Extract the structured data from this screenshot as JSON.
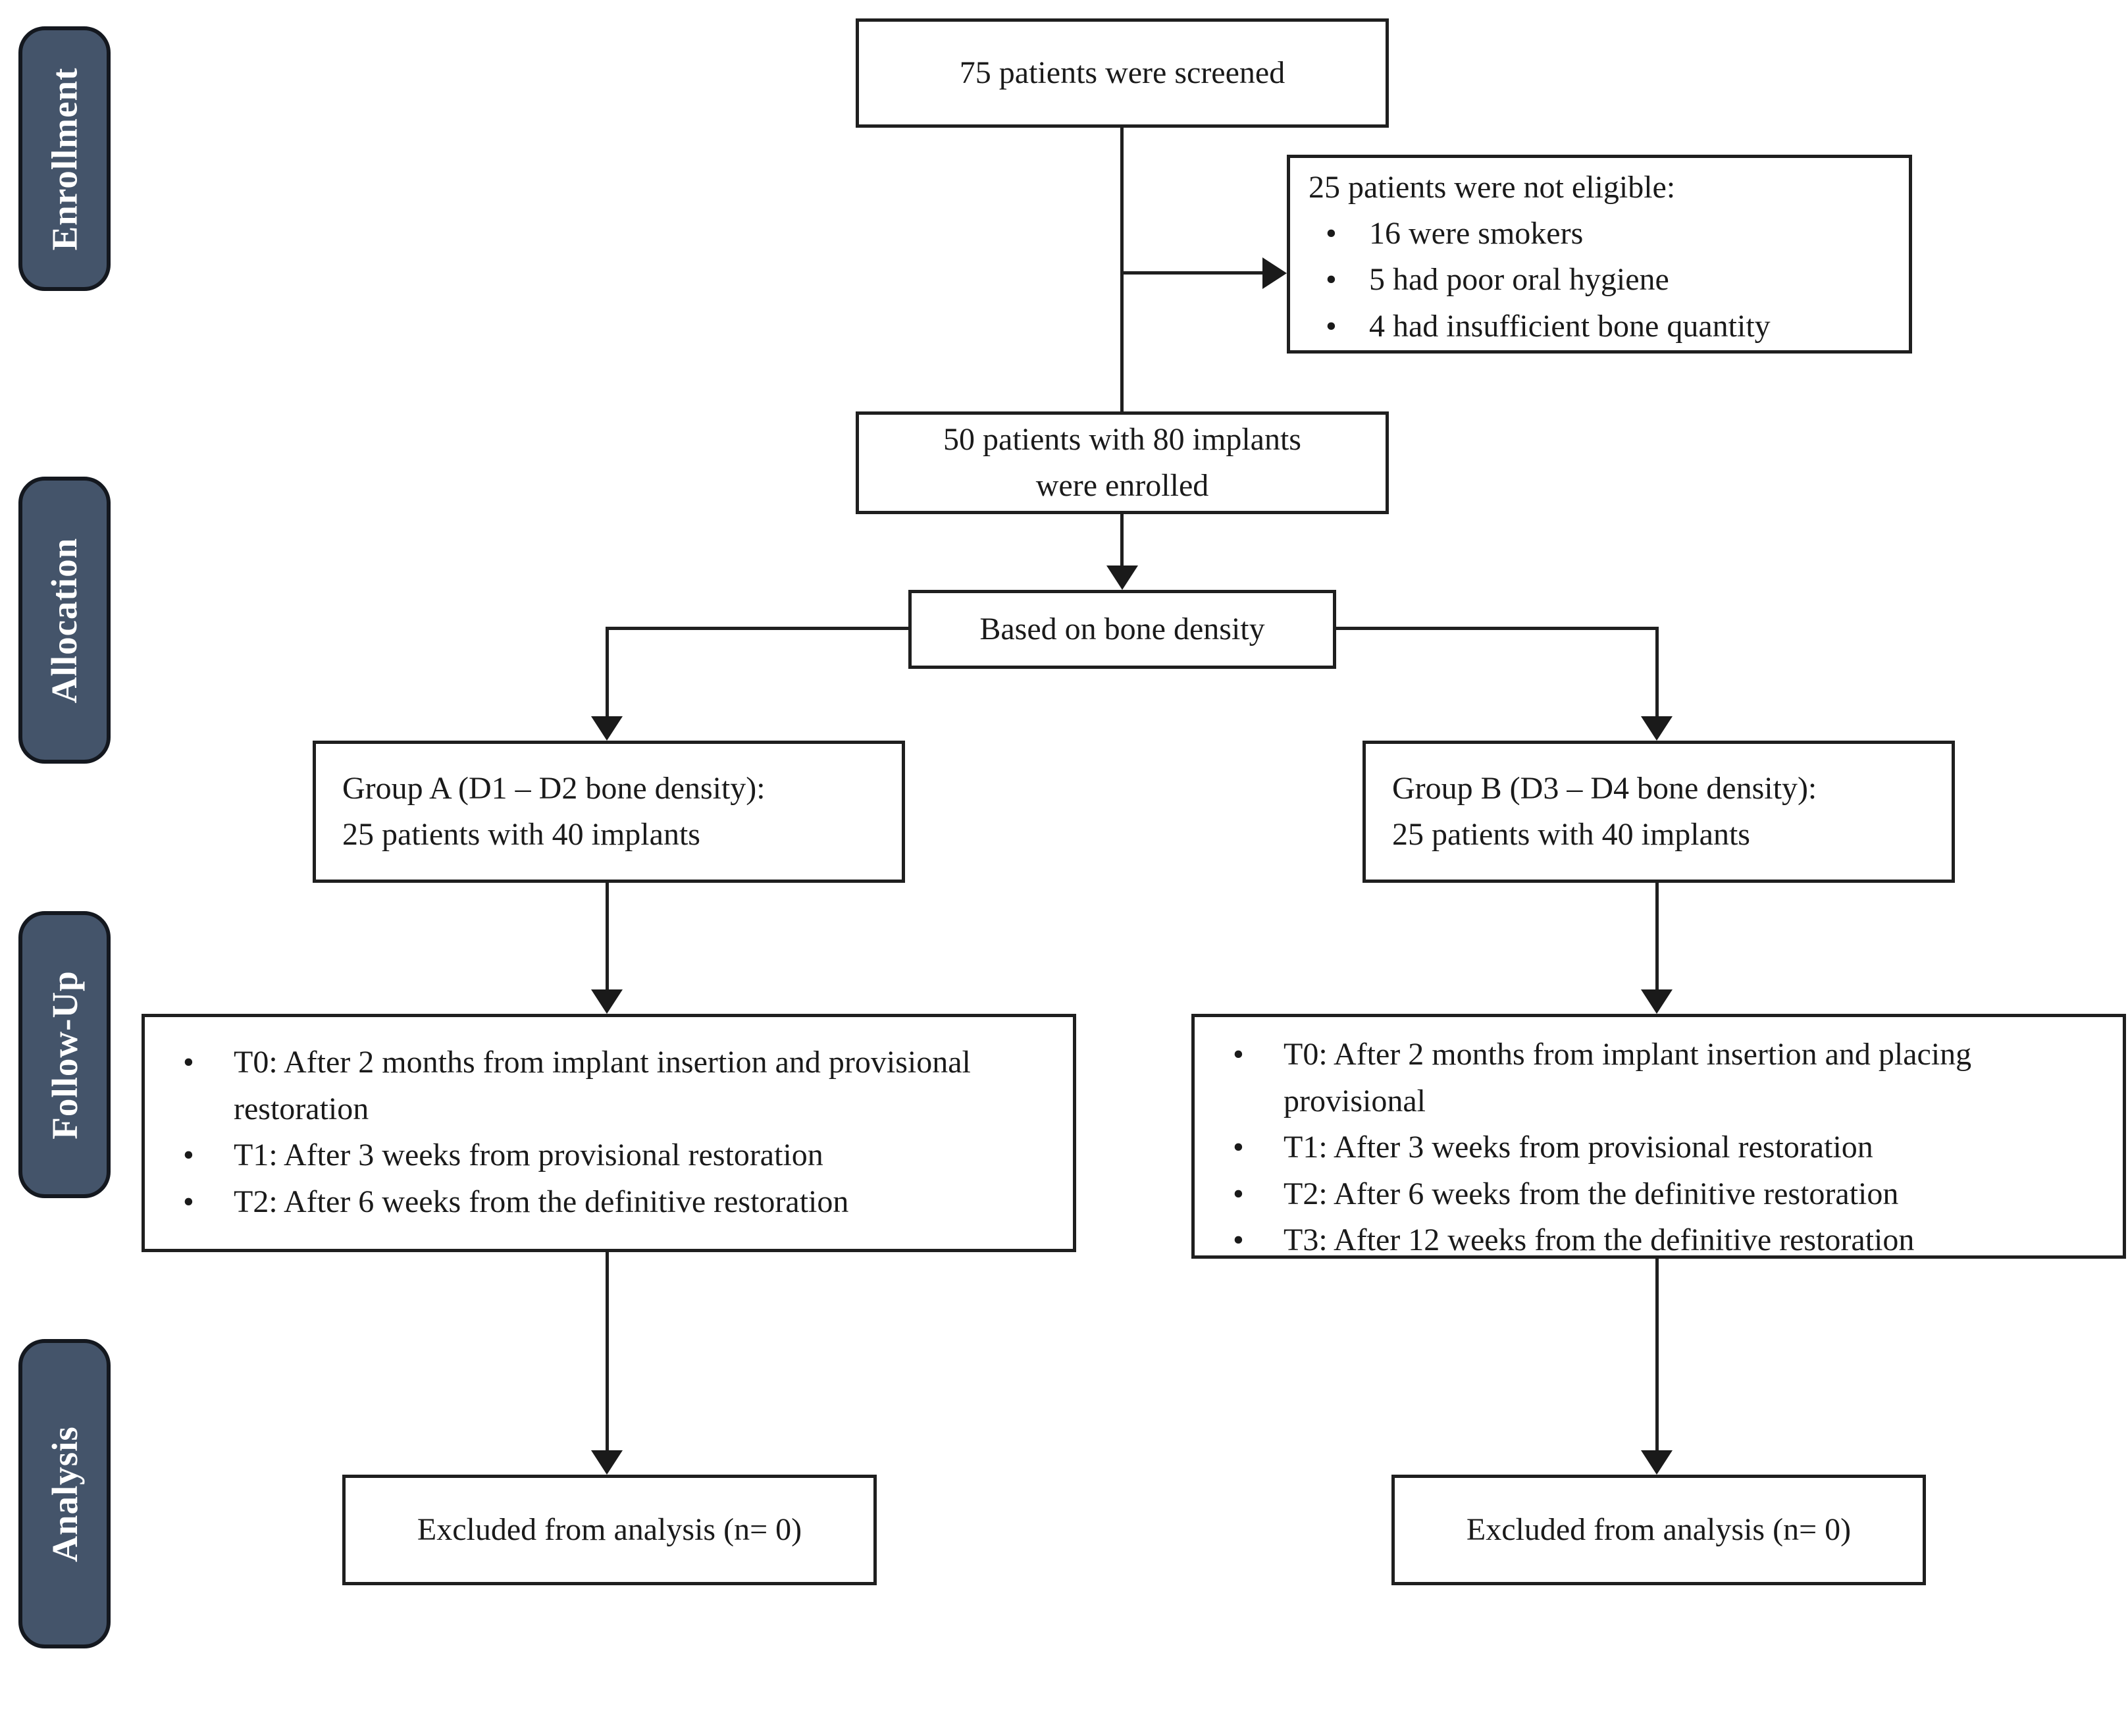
{
  "sidebar": {
    "accent_color": "#44546A",
    "labels": [
      "Enrollment",
      "Allocation",
      "Follow-Up",
      "Analysis"
    ]
  },
  "nodes": {
    "screened": {
      "text": "75 patients were screened"
    },
    "not_eligible": {
      "title": "25 patients were not eligible:",
      "items": [
        "16 were smokers",
        "5 had poor oral hygiene",
        "4 had insufficient bone quantity"
      ]
    },
    "enrolled": {
      "line1": "50 patients with 80 implants",
      "line2": "were enrolled"
    },
    "allocation_rule": {
      "text": "Based on bone density"
    },
    "group_a": {
      "line1": "Group A (D1 – D2 bone density):",
      "line2": "25 patients with 40 implants"
    },
    "group_b": {
      "line1": "Group B (D3 – D4 bone density):",
      "line2": "25 patients with 40 implants"
    },
    "followup_a": {
      "items": [
        "T0: After 2 months from implant insertion and provisional restoration",
        "T1: After 3 weeks from provisional restoration",
        "T2: After 6 weeks from the definitive restoration"
      ]
    },
    "followup_b": {
      "items": [
        "T0: After 2 months from implant insertion and placing provisional",
        "T1: After 3 weeks from provisional restoration",
        "T2: After 6 weeks from the definitive restoration",
        "T3: After 12 weeks from the definitive restoration"
      ]
    },
    "excluded_a": {
      "text": "Excluded from analysis (n= 0)"
    },
    "excluded_b": {
      "text": "Excluded from analysis (n= 0)"
    }
  }
}
